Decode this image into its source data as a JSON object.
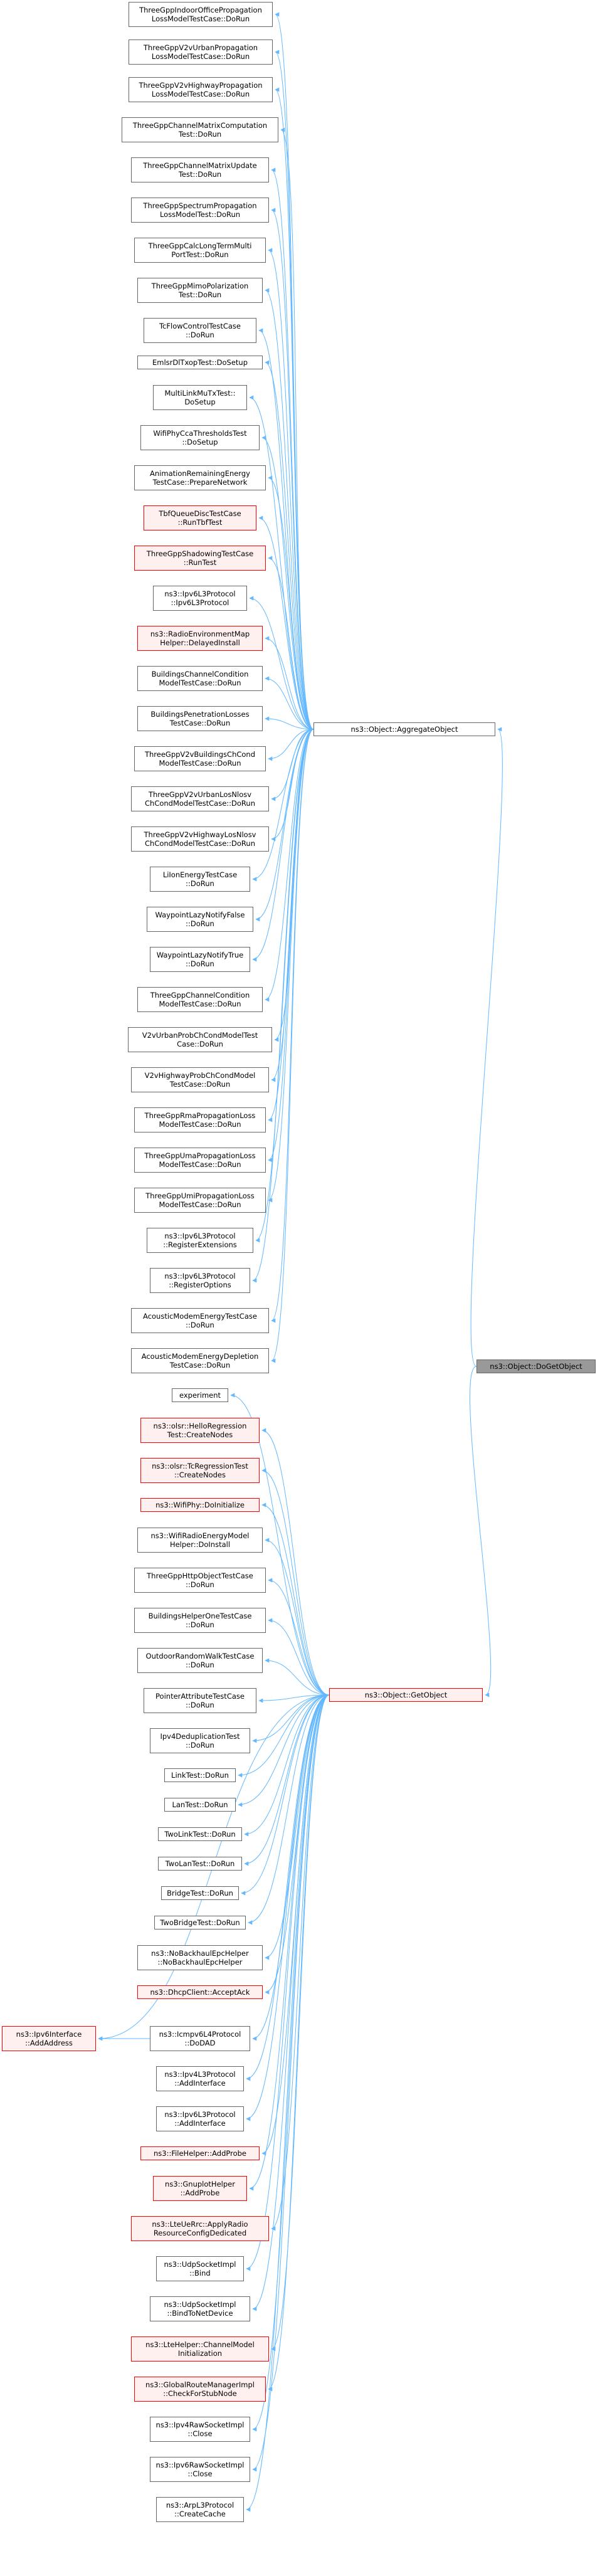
{
  "colors": {
    "edge": "#63b8ff",
    "box_border": "#666666",
    "red_border": "#ff0000",
    "red_fill": "#fff0f0",
    "target_fill": "#999999"
  },
  "nodes": [
    {
      "id": "dogetobject",
      "lines": [
        "ns3::Object::DoGetObject"
      ],
      "style": "gray"
    },
    {
      "id": "aggregate",
      "lines": [
        "ns3::Object::AggregateObject"
      ],
      "style": "normal"
    },
    {
      "id": "getobject",
      "lines": [
        "ns3::Object::GetObject"
      ],
      "style": "red"
    },
    {
      "id": "ipv6iface",
      "lines": [
        "ns3::Ipv6Interface",
        "::AddAddress"
      ],
      "style": "red"
    },
    {
      "id": "a01",
      "lines": [
        "ThreeGppIndoorOfficePropagation",
        "LossModelTestCase::DoRun"
      ],
      "style": "normal"
    },
    {
      "id": "a02",
      "lines": [
        "ThreeGppV2vUrbanPropagation",
        "LossModelTestCase::DoRun"
      ],
      "style": "normal"
    },
    {
      "id": "a03",
      "lines": [
        "ThreeGppV2vHighwayPropagation",
        "LossModelTestCase::DoRun"
      ],
      "style": "normal"
    },
    {
      "id": "a04",
      "lines": [
        "ThreeGppChannelMatrixComputation",
        "Test::DoRun"
      ],
      "style": "normal"
    },
    {
      "id": "a05",
      "lines": [
        "ThreeGppChannelMatrixUpdate",
        "Test::DoRun"
      ],
      "style": "normal"
    },
    {
      "id": "a06",
      "lines": [
        "ThreeGppSpectrumPropagation",
        "LossModelTest::DoRun"
      ],
      "style": "normal"
    },
    {
      "id": "a07",
      "lines": [
        "ThreeGppCalcLongTermMulti",
        "PortTest::DoRun"
      ],
      "style": "normal"
    },
    {
      "id": "a08",
      "lines": [
        "ThreeGppMimoPolarization",
        "Test::DoRun"
      ],
      "style": "normal"
    },
    {
      "id": "a09",
      "lines": [
        "TcFlowControlTestCase",
        "::DoRun"
      ],
      "style": "normal"
    },
    {
      "id": "a10",
      "lines": [
        "EmlsrDlTxopTest::DoSetup"
      ],
      "style": "normal"
    },
    {
      "id": "a11",
      "lines": [
        "MultiLinkMuTxTest::",
        "DoSetup"
      ],
      "style": "normal"
    },
    {
      "id": "a12",
      "lines": [
        "WifiPhyCcaThresholdsTest",
        "::DoSetup"
      ],
      "style": "normal"
    },
    {
      "id": "a13",
      "lines": [
        "AnimationRemainingEnergy",
        "TestCase::PrepareNetwork"
      ],
      "style": "normal"
    },
    {
      "id": "a14",
      "lines": [
        "TbfQueueDiscTestCase",
        "::RunTbfTest"
      ],
      "style": "red"
    },
    {
      "id": "a15",
      "lines": [
        "ThreeGppShadowingTestCase",
        "::RunTest"
      ],
      "style": "red"
    },
    {
      "id": "a16",
      "lines": [
        "ns3::Ipv6L3Protocol",
        "::Ipv6L3Protocol"
      ],
      "style": "normal"
    },
    {
      "id": "a17",
      "lines": [
        "ns3::RadioEnvironmentMap",
        "Helper::DelayedInstall"
      ],
      "style": "red"
    },
    {
      "id": "a18",
      "lines": [
        "BuildingsChannelCondition",
        "ModelTestCase::DoRun"
      ],
      "style": "normal"
    },
    {
      "id": "a19",
      "lines": [
        "BuildingsPenetrationLosses",
        "TestCase::DoRun"
      ],
      "style": "normal"
    },
    {
      "id": "a20",
      "lines": [
        "ThreeGppV2vBuildingsChCond",
        "ModelTestCase::DoRun"
      ],
      "style": "normal"
    },
    {
      "id": "a21",
      "lines": [
        "ThreeGppV2vUrbanLosNlosv",
        "ChCondModelTestCase::DoRun"
      ],
      "style": "normal"
    },
    {
      "id": "a22",
      "lines": [
        "ThreeGppV2vHighwayLosNlosv",
        "ChCondModelTestCase::DoRun"
      ],
      "style": "normal"
    },
    {
      "id": "a23",
      "lines": [
        "LiIonEnergyTestCase",
        "::DoRun"
      ],
      "style": "normal"
    },
    {
      "id": "a24",
      "lines": [
        "WaypointLazyNotifyFalse",
        "::DoRun"
      ],
      "style": "normal"
    },
    {
      "id": "a25",
      "lines": [
        "WaypointLazyNotifyTrue",
        "::DoRun"
      ],
      "style": "normal"
    },
    {
      "id": "a26",
      "lines": [
        "ThreeGppChannelCondition",
        "ModelTestCase::DoRun"
      ],
      "style": "normal"
    },
    {
      "id": "a27",
      "lines": [
        "V2vUrbanProbChCondModelTest",
        "Case::DoRun"
      ],
      "style": "normal"
    },
    {
      "id": "a28",
      "lines": [
        "V2vHighwayProbChCondModel",
        "TestCase::DoRun"
      ],
      "style": "normal"
    },
    {
      "id": "a29",
      "lines": [
        "ThreeGppRmaPropagationLoss",
        "ModelTestCase::DoRun"
      ],
      "style": "normal"
    },
    {
      "id": "a30",
      "lines": [
        "ThreeGppUmaPropagationLoss",
        "ModelTestCase::DoRun"
      ],
      "style": "normal"
    },
    {
      "id": "a31",
      "lines": [
        "ThreeGppUmiPropagationLoss",
        "ModelTestCase::DoRun"
      ],
      "style": "normal"
    },
    {
      "id": "a32",
      "lines": [
        "ns3::Ipv6L3Protocol",
        "::RegisterExtensions"
      ],
      "style": "normal"
    },
    {
      "id": "a33",
      "lines": [
        "ns3::Ipv6L3Protocol",
        "::RegisterOptions"
      ],
      "style": "normal"
    },
    {
      "id": "a34",
      "lines": [
        "AcousticModemEnergyTestCase",
        "::DoRun"
      ],
      "style": "normal"
    },
    {
      "id": "a35",
      "lines": [
        "AcousticModemEnergyDepletion",
        "TestCase::DoRun"
      ],
      "style": "normal"
    },
    {
      "id": "g00",
      "lines": [
        "experiment"
      ],
      "style": "normal"
    },
    {
      "id": "g01",
      "lines": [
        "ns3::olsr::HelloRegression",
        "Test::CreateNodes"
      ],
      "style": "red"
    },
    {
      "id": "g02",
      "lines": [
        "ns3::olsr::TcRegressionTest",
        "::CreateNodes"
      ],
      "style": "red"
    },
    {
      "id": "g03",
      "lines": [
        "ns3::WifiPhy::DoInitialize"
      ],
      "style": "red"
    },
    {
      "id": "g04",
      "lines": [
        "ns3::WifiRadioEnergyModel",
        "Helper::DoInstall"
      ],
      "style": "normal"
    },
    {
      "id": "g05",
      "lines": [
        "ThreeGppHttpObjectTestCase",
        "::DoRun"
      ],
      "style": "normal"
    },
    {
      "id": "g06",
      "lines": [
        "BuildingsHelperOneTestCase",
        "::DoRun"
      ],
      "style": "normal"
    },
    {
      "id": "g07",
      "lines": [
        "OutdoorRandomWalkTestCase",
        "::DoRun"
      ],
      "style": "normal"
    },
    {
      "id": "g08",
      "lines": [
        "PointerAttributeTestCase",
        "::DoRun"
      ],
      "style": "normal"
    },
    {
      "id": "g09",
      "lines": [
        "Ipv4DeduplicationTest",
        "::DoRun"
      ],
      "style": "normal"
    },
    {
      "id": "g10",
      "lines": [
        "LinkTest::DoRun"
      ],
      "style": "normal"
    },
    {
      "id": "g11",
      "lines": [
        "LanTest::DoRun"
      ],
      "style": "normal"
    },
    {
      "id": "g12",
      "lines": [
        "TwoLinkTest::DoRun"
      ],
      "style": "normal"
    },
    {
      "id": "g13",
      "lines": [
        "TwoLanTest::DoRun"
      ],
      "style": "normal"
    },
    {
      "id": "g14",
      "lines": [
        "BridgeTest::DoRun"
      ],
      "style": "normal"
    },
    {
      "id": "g15",
      "lines": [
        "TwoBridgeTest::DoRun"
      ],
      "style": "normal"
    },
    {
      "id": "g16",
      "lines": [
        "ns3::NoBackhaulEpcHelper",
        "::NoBackhaulEpcHelper"
      ],
      "style": "normal"
    },
    {
      "id": "g17",
      "lines": [
        "ns3::DhcpClient::AcceptAck"
      ],
      "style": "red"
    },
    {
      "id": "g18",
      "lines": [
        "ns3::Icmpv6L4Protocol",
        "::DoDAD"
      ],
      "style": "normal"
    },
    {
      "id": "g19",
      "lines": [
        "ns3::Ipv4L3Protocol",
        "::AddInterface"
      ],
      "style": "normal"
    },
    {
      "id": "g20",
      "lines": [
        "ns3::Ipv6L3Protocol",
        "::AddInterface"
      ],
      "style": "normal"
    },
    {
      "id": "g21",
      "lines": [
        "ns3::FileHelper::AddProbe"
      ],
      "style": "red"
    },
    {
      "id": "g22",
      "lines": [
        "ns3::GnuplotHelper",
        "::AddProbe"
      ],
      "style": "red"
    },
    {
      "id": "g23",
      "lines": [
        "ns3::LteUeRrc::ApplyRadio",
        "ResourceConfigDedicated"
      ],
      "style": "red"
    },
    {
      "id": "g24",
      "lines": [
        "ns3::UdpSocketImpl",
        "::Bind"
      ],
      "style": "normal"
    },
    {
      "id": "g25",
      "lines": [
        "ns3::UdpSocketImpl",
        "::BindToNetDevice"
      ],
      "style": "normal"
    },
    {
      "id": "g26",
      "lines": [
        "ns3::LteHelper::ChannelModel",
        "Initialization"
      ],
      "style": "red"
    },
    {
      "id": "g27",
      "lines": [
        "ns3::GlobalRouteManagerImpl",
        "::CheckForStubNode"
      ],
      "style": "red"
    },
    {
      "id": "g28",
      "lines": [
        "ns3::Ipv4RawSocketImpl",
        "::Close"
      ],
      "style": "normal"
    },
    {
      "id": "g29",
      "lines": [
        "ns3::Ipv6RawSocketImpl",
        "::Close"
      ],
      "style": "normal"
    },
    {
      "id": "g30",
      "lines": [
        "ns3::ArpL3Protocol",
        "::CreateCache"
      ],
      "style": "normal"
    }
  ]
}
